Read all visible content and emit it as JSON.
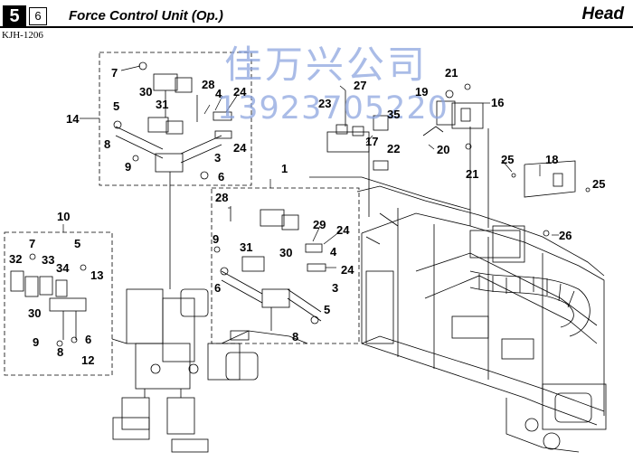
{
  "header": {
    "section": "5",
    "page": "6",
    "title": "Force Control Unit (Op.)",
    "head_label": "Head",
    "model_code": "KJH-1206"
  },
  "watermark": {
    "company": "佳万兴公司",
    "phone": "13923705220"
  },
  "callouts": {
    "c7a": "7",
    "c30a": "30",
    "c28a": "28",
    "c4a": "4",
    "c24a": "24",
    "c31a": "31",
    "c14": "14",
    "c5a": "5",
    "c8a": "8",
    "c9a": "9",
    "c24b": "24",
    "c3a": "3",
    "c6a": "6",
    "c27": "27",
    "c23": "23",
    "c35": "35",
    "c17": "17",
    "c22": "22",
    "c21a": "21",
    "c19": "19",
    "c16": "16",
    "c20": "20",
    "c21b": "21",
    "c25a": "25",
    "c18": "18",
    "c25b": "25",
    "c26": "26",
    "c1": "1",
    "c28b": "28",
    "c29": "29",
    "c24c": "24",
    "c9b": "9",
    "c31b": "31",
    "c30b": "30",
    "c4b": "4",
    "c24d": "24",
    "c3b": "3",
    "c6b": "6",
    "c5b": "5",
    "c8b": "8",
    "c10": "10",
    "c7b": "7",
    "c5c": "5",
    "c32": "32",
    "c33": "33",
    "c34": "34",
    "c13": "13",
    "c30c": "30",
    "c9c": "9",
    "c6c": "6",
    "c8c": "8",
    "c12": "12"
  }
}
